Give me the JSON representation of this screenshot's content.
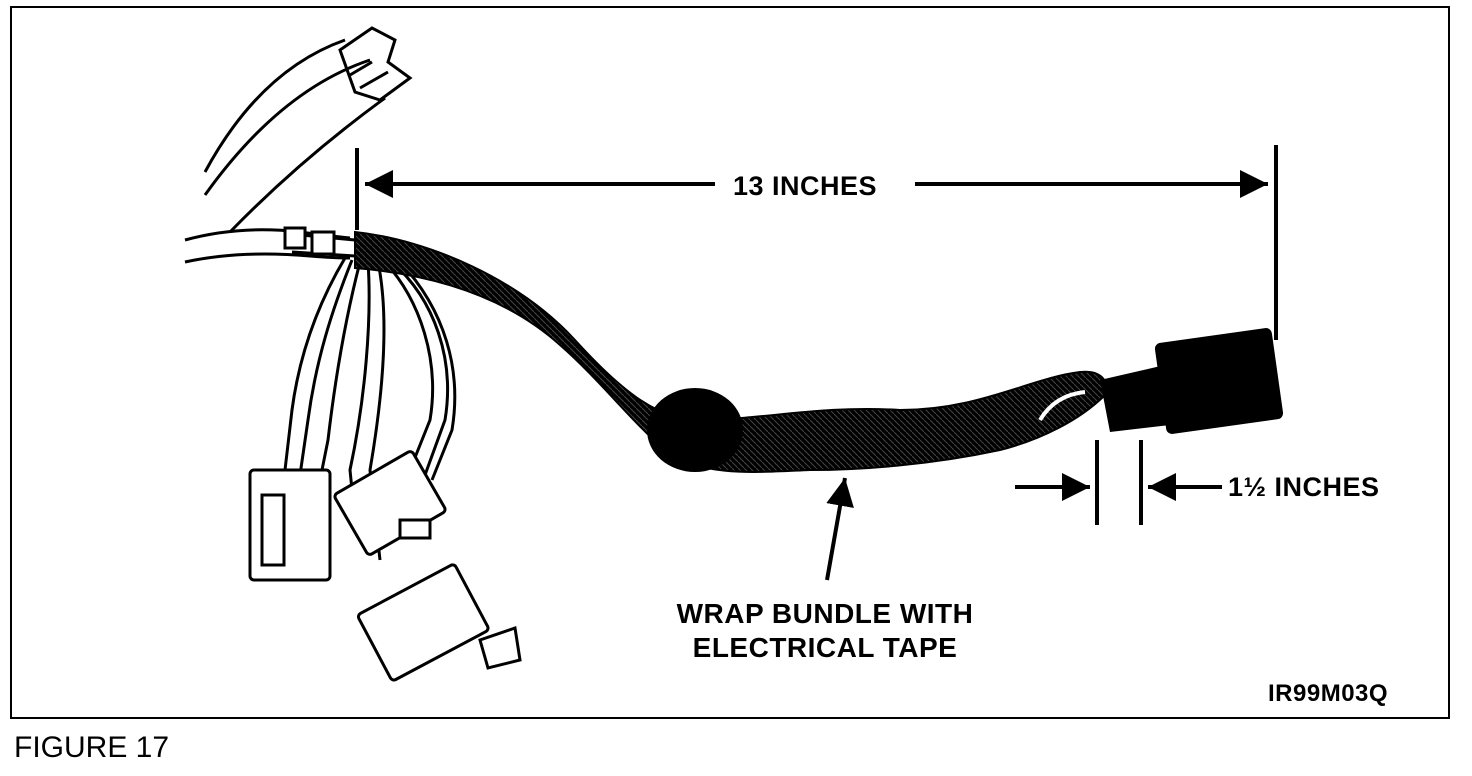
{
  "figure": {
    "caption": "FIGURE 17",
    "code": "IR99M03Q"
  },
  "dimensions": {
    "length_label": "13 INCHES",
    "gap_label": "1½ INCHES"
  },
  "callout": {
    "line1": "WRAP BUNDLE WITH",
    "line2": "ELECTRICAL TAPE"
  },
  "colors": {
    "ink": "#000000",
    "paper": "#ffffff"
  }
}
